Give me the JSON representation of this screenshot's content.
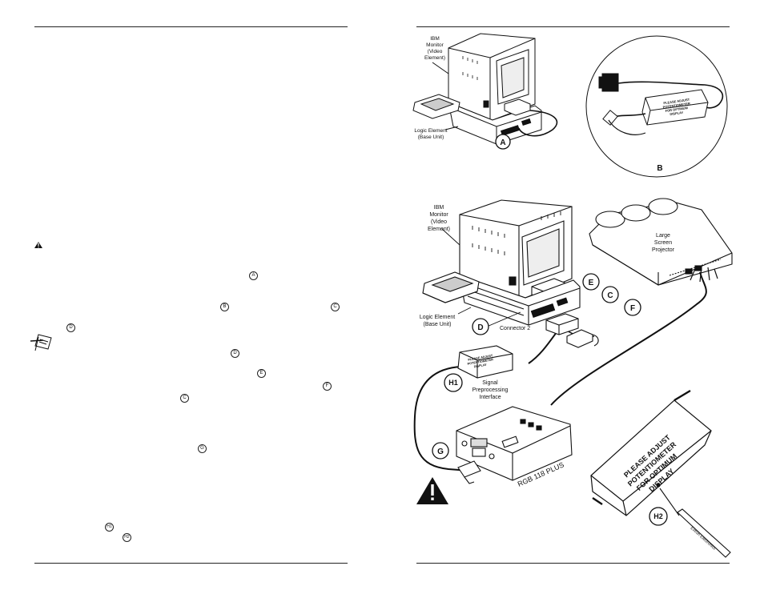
{
  "left_markers": {
    "a": "A",
    "b": "B",
    "c1": "C",
    "d1": "D",
    "d2": "D",
    "e": "E",
    "f": "F",
    "c2": "C",
    "g": "G",
    "h1": "H1",
    "h2": "H2"
  },
  "diagram_a": {
    "monitor_label": [
      "IBM",
      "Monitor",
      "(Video",
      "Element)"
    ],
    "logic_label": [
      "Logic Element",
      "(Base Unit)"
    ],
    "marker": "A"
  },
  "diagram_b": {
    "marker": "B",
    "box_text": [
      "PLEASE ADJUST",
      "POTENTIOMETER",
      "FOR OPTIMUM",
      "DISPLAY"
    ]
  },
  "diagram_main": {
    "monitor_label": [
      "IBM",
      "Monitor",
      "(Video",
      "Element)"
    ],
    "logic_label": [
      "Logic Element",
      "(Base Unit)"
    ],
    "projector_label": [
      "Large",
      "Screen",
      "Projector"
    ],
    "connector_label": "Connector 2",
    "interface_label": [
      "Signal",
      "Preprocessing",
      "Interface"
    ],
    "device_label": "RGB 118 PLUS",
    "markers": {
      "c": "C",
      "d": "D",
      "e": "E",
      "f": "F",
      "g": "G",
      "h1": "H1",
      "h2": "H2"
    },
    "closeup_text": [
      "PLEASE ADJUST",
      "POTENTIOMETER",
      "FOR OPTIMUM",
      "DISPLAY"
    ],
    "screwdriver_label": "Extron Electronics"
  }
}
